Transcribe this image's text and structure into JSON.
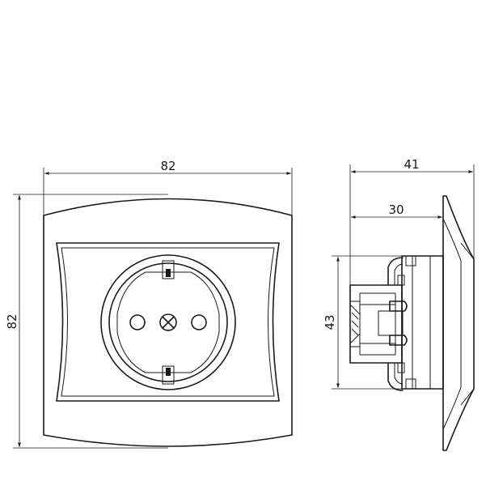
{
  "dimensions": {
    "front_width": "82",
    "front_height": "82",
    "side_depth_total": "41",
    "side_depth_body": "30",
    "side_body_height": "43"
  }
}
